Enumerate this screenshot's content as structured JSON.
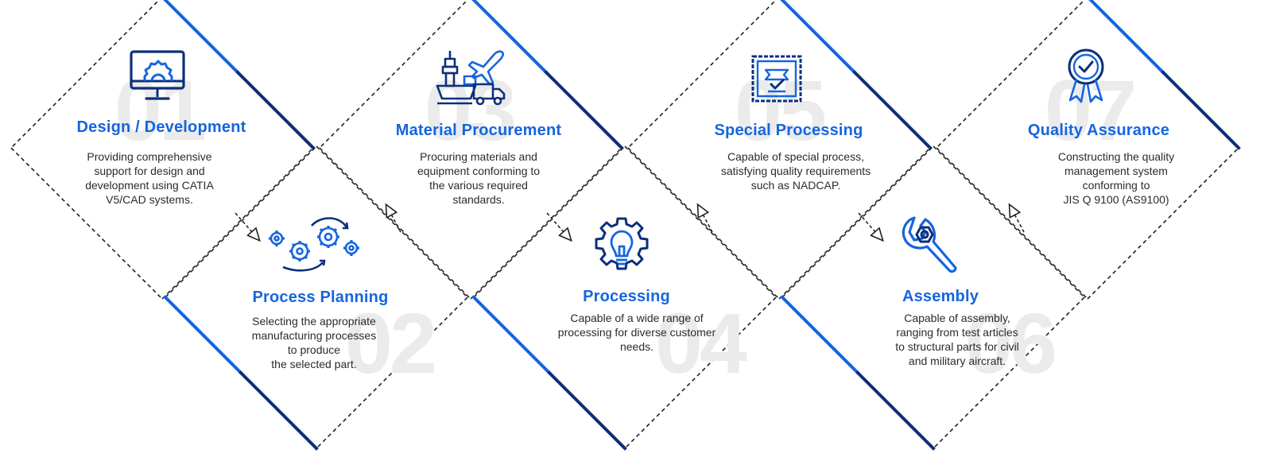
{
  "colors": {
    "accent": "#1565e0",
    "dark_accent": "#0d2f7a",
    "number": "#ebebeb",
    "text": "#2b2b2b",
    "dash": "#222222"
  },
  "steps": [
    {
      "number": "01",
      "title": "Design / Development",
      "icon": "monitor-gear-icon",
      "description": "Providing comprehensive\nsupport for design and\ndevelopment using CATIA\nV5/CAD systems."
    },
    {
      "number": "02",
      "title": "Process Planning",
      "icon": "gears-cycle-icon",
      "description": "Selecting the appropriate\nmanufacturing processes\nto produce\nthe selected part."
    },
    {
      "number": "03",
      "title": "Material Procurement",
      "icon": "logistics-icon",
      "description": "Procuring materials and\nequipment conforming to\nthe various required\nstandards."
    },
    {
      "number": "04",
      "title": "Processing",
      "icon": "gear-bulb-icon",
      "description": "Capable of a wide range of\nprocessing for diverse customer\nneeds."
    },
    {
      "number": "05",
      "title": "Special Processing",
      "icon": "certificate-icon",
      "description": "Capable of special process,\nsatisfying quality requirements\nsuch as NADCAP."
    },
    {
      "number": "06",
      "title": "Assembly",
      "icon": "wrench-nut-icon",
      "description": "Capable of assembly,\nranging from test articles\nto structural parts for civil\nand military aircraft."
    },
    {
      "number": "07",
      "title": "Quality Assurance",
      "icon": "award-badge-icon",
      "description": "Constructing the quality\nmanagement system\nconforming to\nJIS Q 9100 (AS9100)"
    }
  ]
}
